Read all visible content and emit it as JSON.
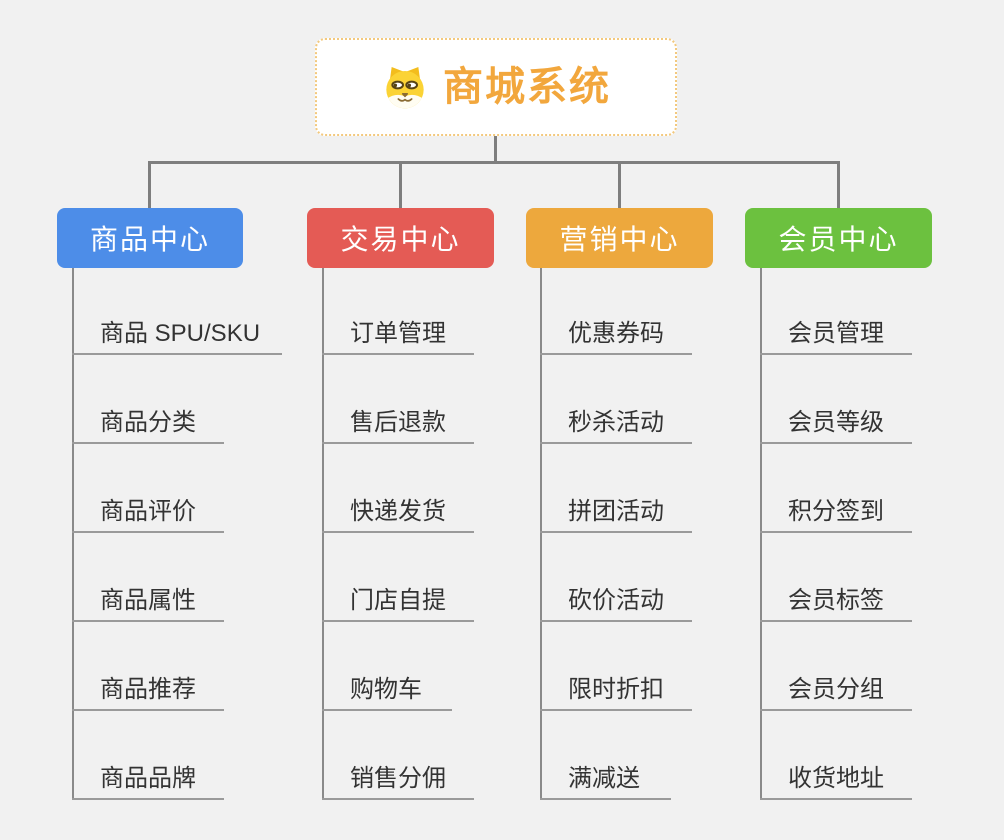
{
  "root": {
    "title": "商城系统",
    "icon": "doge-icon"
  },
  "branches": [
    {
      "label": "商品中心",
      "color": "#4D8DE8",
      "items": [
        "商品 SPU/SKU",
        "商品分类",
        "商品评价",
        "商品属性",
        "商品推荐",
        "商品品牌"
      ]
    },
    {
      "label": "交易中心",
      "color": "#E45B55",
      "items": [
        "订单管理",
        "售后退款",
        "快递发货",
        "门店自提",
        "购物车",
        "销售分佣"
      ]
    },
    {
      "label": "营销中心",
      "color": "#EDA83D",
      "items": [
        "优惠券码",
        "秒杀活动",
        "拼团活动",
        "砍价活动",
        "限时折扣",
        "满减送"
      ]
    },
    {
      "label": "会员中心",
      "color": "#6CC13F",
      "items": [
        "会员管理",
        "会员等级",
        "积分签到",
        "会员标签",
        "会员分组",
        "收货地址"
      ]
    }
  ],
  "colors": {
    "background": "#F1F1F1",
    "connector": "#7E7E7E",
    "trunk": "#8A8A8A",
    "underline": "#9A9A9A",
    "item_text": "#333333",
    "node_text": "#FFFFFF",
    "root_orange": "#F2A73D",
    "root_border": "#F3C97E"
  }
}
